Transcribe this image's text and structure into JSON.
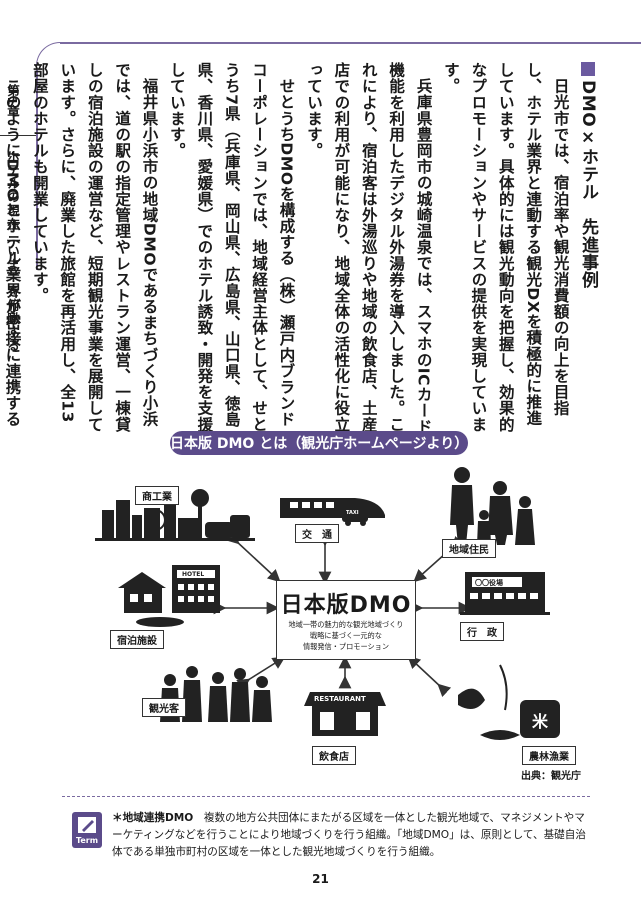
{
  "chapter": {
    "label": "第1章",
    "title": "ホテルの現在（いま）を俯瞰する"
  },
  "article": {
    "heading": "DMO×ホテル　先進事例",
    "paragraphs": [
      "日光市では、宿泊率や観光消費額の向上を目指し、ホテル業界と連動する観光DXを積極的に推進しています。具体的には観光動向を把握し、効果的なプロモーションやサービスの提供を実現しています。",
      "兵庫県豊岡市の城崎温泉では、スマホのICカード機能を利用したデジタル外湯券を導入しました。これにより、宿泊客は外湯巡りや地域の飲食店、土産店での利用が可能になり、地域全体の活性化に役立っています。",
      "せとうちDMOを構成する（株）瀬戸内ブランドコーポレーションでは、地域経営主体として、せとうち7県（兵庫県、岡山県、広島県、山口県、徳島県、香川県、愛媛県）でのホテル誘致・開発を支援しています。",
      "福井県小浜市の地域DMOであるまちづくり小浜では、道の駅の指定管理やレストラン運営、一棟貸しの宿泊施設の運営など、短期観光事業を展開しています。さらに、廃業した旅館を再活用し、全13部屋のホテルも開業しています。",
      "このようにDMOとホテル業界が密接に連携することで、観光地全体の魅力が向上し、宿泊客の増加や地域経済の活性化につなげています。"
    ]
  },
  "figure": {
    "title": "日本版 DMO とは（観光庁ホームページより）",
    "center_title": "日本版DMO",
    "center_lines": [
      "地域一帯の魅力的な観光地域づくり",
      "戦略に基づく一元的な",
      "情報発信・プロモーション"
    ],
    "labels": {
      "commerce": "商工業",
      "transport": "交　通",
      "residents": "地域住民",
      "hotel_sign": "HOTEL",
      "lodging": "宿泊施設",
      "government": "行　政",
      "office_sign": "〇〇役場",
      "tourists": "観光客",
      "restaurant_sign": "RESTAURANT",
      "restaurant": "飲食店",
      "rice_mark": "米",
      "agri": "農林漁業",
      "taxi": "TAXI"
    },
    "source": "出典：観光庁"
  },
  "term": {
    "icon_label": "Term",
    "name": "＊地域連携DMO",
    "text": "　複数の地方公共団体にまたがる区域を一体とした観光地域で、マネジメントやマーケティングなどを行うことにより地域づくりを行う組織。「地域DMO」は、原則として、基礎自治体である単独市町村の区域を一体とした観光地域づくりを行う組織。"
  },
  "page_number": "21",
  "colors": {
    "accent": "#5b4b8a",
    "border": "#7a6aa0"
  }
}
